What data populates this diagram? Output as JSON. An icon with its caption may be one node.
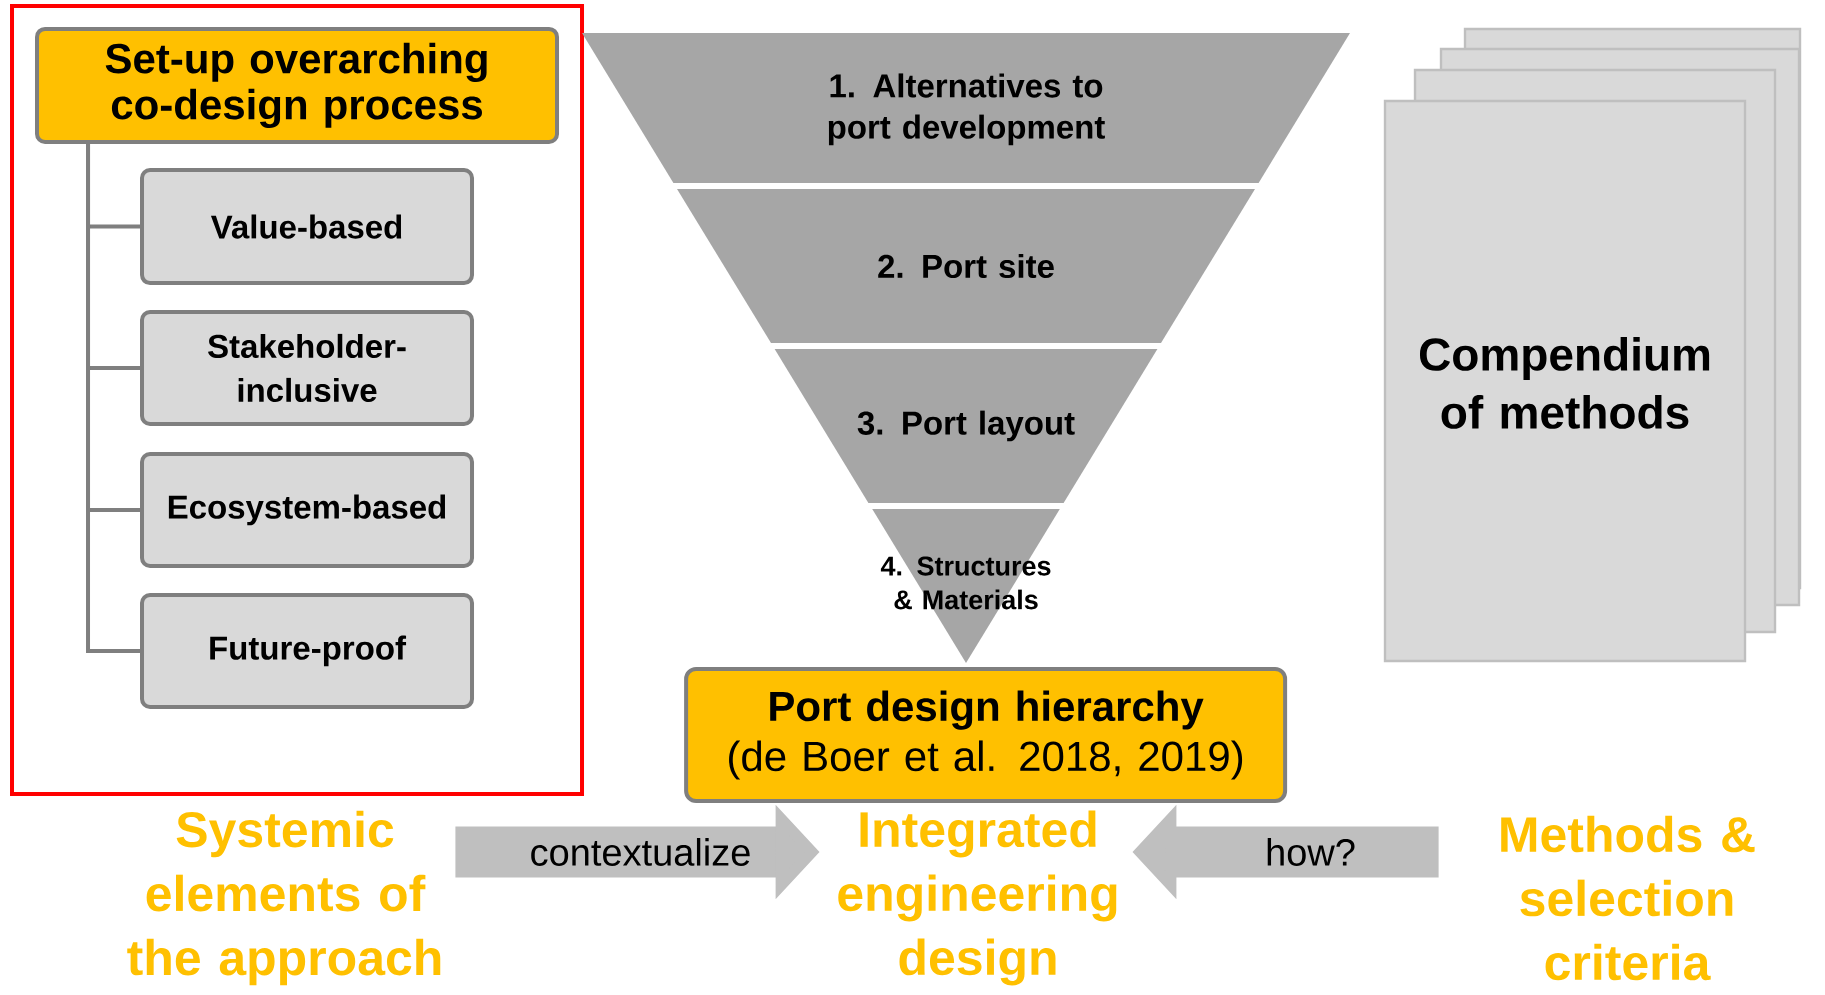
{
  "diagram": {
    "nodes": [
      {
        "text": [],
        "shape": "box"
      },
      {
        "text": [
          "Set-up overarching co-design process"
        ],
        "in": 0
      },
      {
        "text": [
          "Value-based"
        ],
        "in": 0
      },
      {
        "text": [
          "Stakeholder-inclusive"
        ],
        "in": 0
      },
      {
        "text": [
          "Ecosystem-based"
        ],
        "in": 0
      },
      {
        "text": [
          "Future-proof"
        ],
        "in": 0
      },
      {
        "text": [
          "1. Alternatives to port development"
        ]
      },
      {
        "text": [
          "2. Port site"
        ]
      },
      {
        "text": [
          "3. Port layout"
        ]
      },
      {
        "text": [
          "4. Structures & Materials"
        ]
      },
      {
        "text": [
          "Compendium of methods"
        ]
      },
      {
        "text": [
          "Port design hierarchy",
          "(de Boer et al. 2018, 2019)"
        ]
      },
      {
        "text": [
          "Systemic elements of the approach"
        ]
      },
      {
        "text": [
          "Integrated engineering design"
        ]
      },
      {
        "text": [
          "Methods & selection criteria"
        ]
      }
    ],
    "edges": [
      {
        "from": 1,
        "to": 2,
        "arrow": "none"
      },
      {
        "from": 1,
        "to": 3,
        "arrow": "none"
      },
      {
        "from": 1,
        "to": 4,
        "arrow": "none"
      },
      {
        "from": 1,
        "to": 5,
        "arrow": "none"
      },
      {
        "from": 12,
        "to": 13,
        "arrow": "to",
        "label": "contextualize",
        "style": "thick"
      },
      {
        "from": 14,
        "to": 13,
        "arrow": "to",
        "label": "how?",
        "style": "thick"
      }
    ]
  }
}
